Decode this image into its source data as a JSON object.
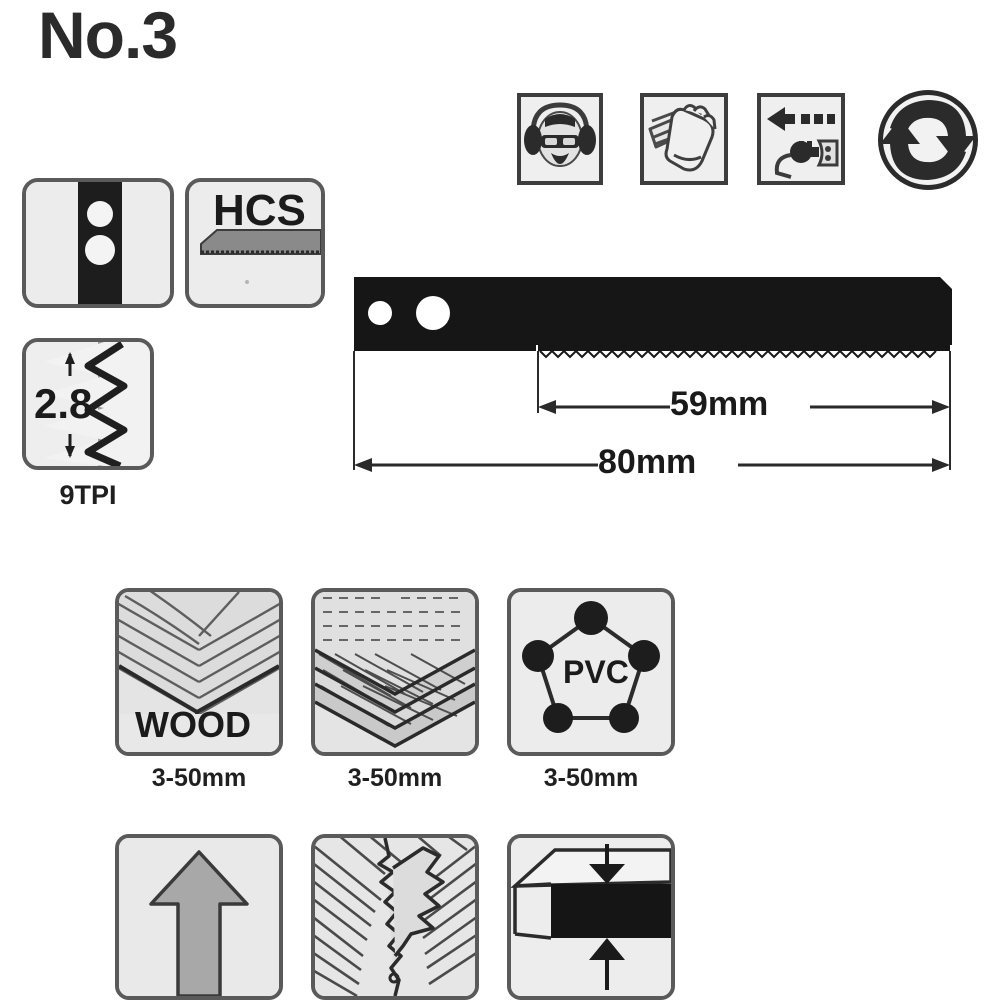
{
  "page": {
    "title": "No.3",
    "background_color": "#ffffff",
    "ink_color": "#1a1a1a",
    "tile_fill": "#ececec",
    "tile_border": "#5a5a5a"
  },
  "safety_icons": [
    {
      "name": "ppe-goggles-ear-mask-icon",
      "label": "Wear eye, ear and respiratory protection"
    },
    {
      "name": "protective-gloves-icon",
      "label": "Wear protective gloves"
    },
    {
      "name": "unplug-before-service-icon",
      "label": "Disconnect plug from mains before service"
    },
    {
      "name": "green-dot-recycling-icon",
      "label": "Green Dot recycling mark"
    }
  ],
  "spec_tiles": {
    "shank": {
      "name": "u-shank-fitting-icon",
      "label": "U-shank universal fitting"
    },
    "material": {
      "name": "hcs-blade-icon",
      "label": "HCS"
    },
    "tooth_pitch": {
      "name": "tooth-pitch-icon",
      "pitch": "2.8",
      "caption": "9TPI"
    }
  },
  "blade": {
    "name": "jigsaw-blade-drawing",
    "cutting_length": "59mm",
    "total_length": "80mm"
  },
  "materials": [
    {
      "name": "wood-material-icon",
      "label": "WOOD",
      "capacity": "3-50mm"
    },
    {
      "name": "plywood-material-icon",
      "label": "",
      "capacity": "3-50mm"
    },
    {
      "name": "pvc-material-icon",
      "label": "PVC",
      "capacity": "3-50mm"
    }
  ],
  "cut_properties": [
    {
      "name": "straight-cut-direction-icon",
      "label": "Straight cut"
    },
    {
      "name": "coarse-cut-quality-icon",
      "label": "Coarse / fast cut"
    },
    {
      "name": "material-thickness-icon",
      "label": "Material thickness"
    }
  ]
}
